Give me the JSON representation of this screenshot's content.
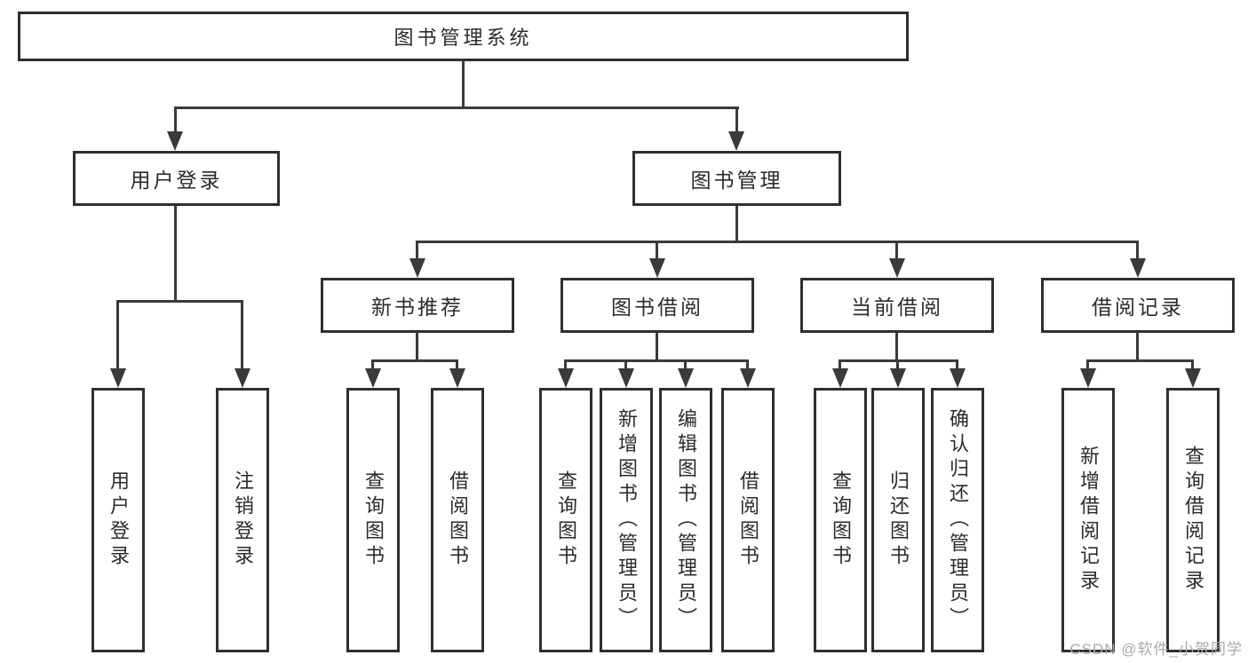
{
  "diagram": {
    "root_label": "图书管理系统",
    "level2": [
      {
        "label": "用户登录",
        "children": [
          {
            "label": "用户登录"
          },
          {
            "label": "注销登录"
          }
        ]
      },
      {
        "label": "图书管理",
        "children": [
          {
            "label": "新书推荐",
            "children": [
              {
                "label": "查询图书"
              },
              {
                "label": "借阅图书"
              }
            ]
          },
          {
            "label": "图书借阅",
            "children": [
              {
                "label": "查询图书"
              },
              {
                "label": "新增图书（管理员）"
              },
              {
                "label": "编辑图书（管理员）"
              },
              {
                "label": "借阅图书"
              }
            ]
          },
          {
            "label": "当前借阅",
            "children": [
              {
                "label": "查询图书"
              },
              {
                "label": "归还图书"
              },
              {
                "label": "确认归还（管理员）"
              }
            ]
          },
          {
            "label": "借阅记录",
            "children": [
              {
                "label": "新增借阅记录"
              },
              {
                "label": "查询借阅记录"
              }
            ]
          }
        ]
      }
    ]
  },
  "watermark": {
    "text": "CSDN @软件_小贺同学"
  }
}
